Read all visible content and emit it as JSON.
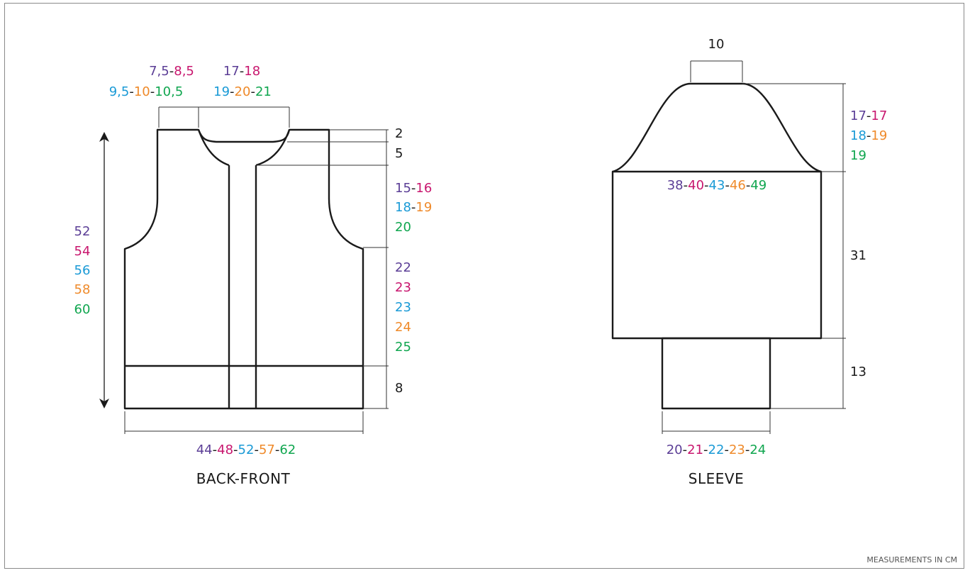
{
  "colors": {
    "black": "#1a1a1a",
    "purple": "#5b3e96",
    "magenta": "#c8166e",
    "blue": "#1a9ad6",
    "orange": "#ef8a2a",
    "green": "#10a64f"
  },
  "back_front": {
    "title": "BACK-FRONT",
    "shoulder_top": [
      {
        "t": "7,5",
        "c": "purple"
      },
      {
        "t": "-",
        "c": "black"
      },
      {
        "t": "8,5",
        "c": "magenta"
      }
    ],
    "shoulder_bottom": [
      {
        "t": "9,5",
        "c": "blue"
      },
      {
        "t": "-",
        "c": "black"
      },
      {
        "t": "10",
        "c": "orange"
      },
      {
        "t": "-",
        "c": "black"
      },
      {
        "t": "10,5",
        "c": "green"
      }
    ],
    "neck_top": [
      {
        "t": "17",
        "c": "purple"
      },
      {
        "t": "-",
        "c": "black"
      },
      {
        "t": "18",
        "c": "magenta"
      }
    ],
    "neck_bottom": [
      {
        "t": "19",
        "c": "blue"
      },
      {
        "t": "-",
        "c": "black"
      },
      {
        "t": "20",
        "c": "orange"
      },
      {
        "t": "-",
        "c": "black"
      },
      {
        "t": "21",
        "c": "green"
      }
    ],
    "length_left": [
      {
        "t": "52",
        "c": "purple"
      },
      {
        "t": "54",
        "c": "magenta"
      },
      {
        "t": "56",
        "c": "blue"
      },
      {
        "t": "58",
        "c": "orange"
      },
      {
        "t": "60",
        "c": "green"
      }
    ],
    "right_2": "2",
    "right_5": "5",
    "armhole": [
      [
        {
          "t": "15",
          "c": "purple"
        },
        {
          "t": "-",
          "c": "black"
        },
        {
          "t": "16",
          "c": "magenta"
        }
      ],
      [
        {
          "t": "18",
          "c": "blue"
        },
        {
          "t": "-",
          "c": "black"
        },
        {
          "t": "19",
          "c": "orange"
        }
      ],
      [
        {
          "t": "20",
          "c": "green"
        }
      ]
    ],
    "side": [
      {
        "t": "22",
        "c": "purple"
      },
      {
        "t": "23",
        "c": "magenta"
      },
      {
        "t": "23",
        "c": "blue"
      },
      {
        "t": "24",
        "c": "orange"
      },
      {
        "t": "25",
        "c": "green"
      }
    ],
    "ribbing": "8",
    "width": [
      {
        "t": "44",
        "c": "purple"
      },
      {
        "t": "-",
        "c": "black"
      },
      {
        "t": "48",
        "c": "magenta"
      },
      {
        "t": "-",
        "c": "black"
      },
      {
        "t": "52",
        "c": "blue"
      },
      {
        "t": "-",
        "c": "black"
      },
      {
        "t": "57",
        "c": "orange"
      },
      {
        "t": "-",
        "c": "black"
      },
      {
        "t": "62",
        "c": "green"
      }
    ]
  },
  "sleeve": {
    "title": "SLEEVE",
    "top_width": "10",
    "cap": [
      [
        {
          "t": "17",
          "c": "purple"
        },
        {
          "t": "-",
          "c": "black"
        },
        {
          "t": "17",
          "c": "magenta"
        }
      ],
      [
        {
          "t": "18",
          "c": "blue"
        },
        {
          "t": "-",
          "c": "black"
        },
        {
          "t": "19",
          "c": "orange"
        }
      ],
      [
        {
          "t": "19",
          "c": "green"
        }
      ]
    ],
    "upper_width": [
      {
        "t": "38",
        "c": "purple"
      },
      {
        "t": "-",
        "c": "black"
      },
      {
        "t": "40",
        "c": "magenta"
      },
      {
        "t": "-",
        "c": "black"
      },
      {
        "t": "43",
        "c": "blue"
      },
      {
        "t": "-",
        "c": "black"
      },
      {
        "t": "46",
        "c": "orange"
      },
      {
        "t": "-",
        "c": "black"
      },
      {
        "t": "49",
        "c": "green"
      }
    ],
    "body_length": "31",
    "cuff_length": "13",
    "cuff_width": [
      {
        "t": "20",
        "c": "purple"
      },
      {
        "t": "-",
        "c": "black"
      },
      {
        "t": "21",
        "c": "magenta"
      },
      {
        "t": "-",
        "c": "black"
      },
      {
        "t": "22",
        "c": "blue"
      },
      {
        "t": "-",
        "c": "black"
      },
      {
        "t": "23",
        "c": "orange"
      },
      {
        "t": "-",
        "c": "black"
      },
      {
        "t": "24",
        "c": "green"
      }
    ]
  },
  "footer_note": "MEASUREMENTS IN CM"
}
